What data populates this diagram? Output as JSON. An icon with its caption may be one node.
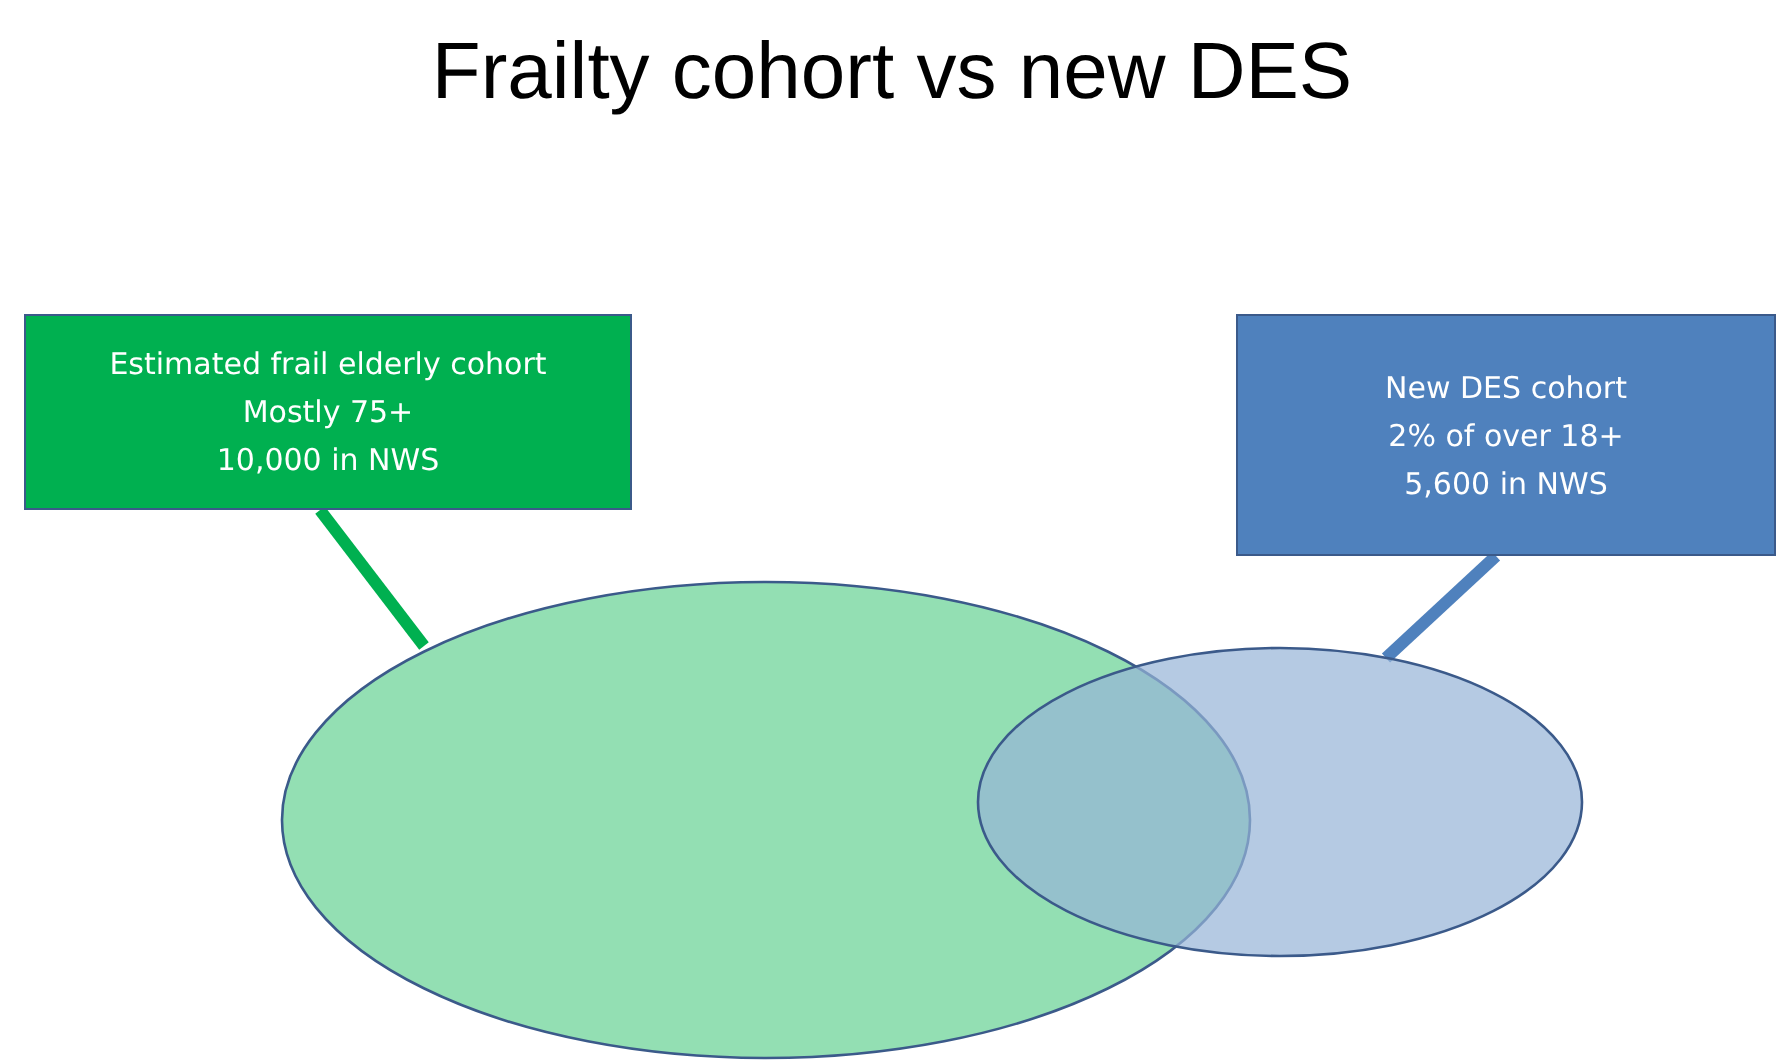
{
  "diagram": {
    "title": "Frailty cohort vs new DES",
    "nodes": [
      {
        "text": [
          "Estimated frail elderly cohort",
          "Mostly 75+",
          "10,000 in NWS"
        ]
      },
      {
        "text": [
          "New DES cohort",
          "2% of over 18+",
          "5,600 in NWS"
        ]
      },
      {
        "text": [],
        "shape": "ellipse"
      },
      {
        "text": [],
        "shape": "ellipse"
      }
    ],
    "edges": [
      {
        "from": 0,
        "to": 2,
        "arrow": "none",
        "color": "#00b050"
      },
      {
        "from": 1,
        "to": 3,
        "arrow": "none",
        "color": "#4f81bd"
      }
    ]
  }
}
